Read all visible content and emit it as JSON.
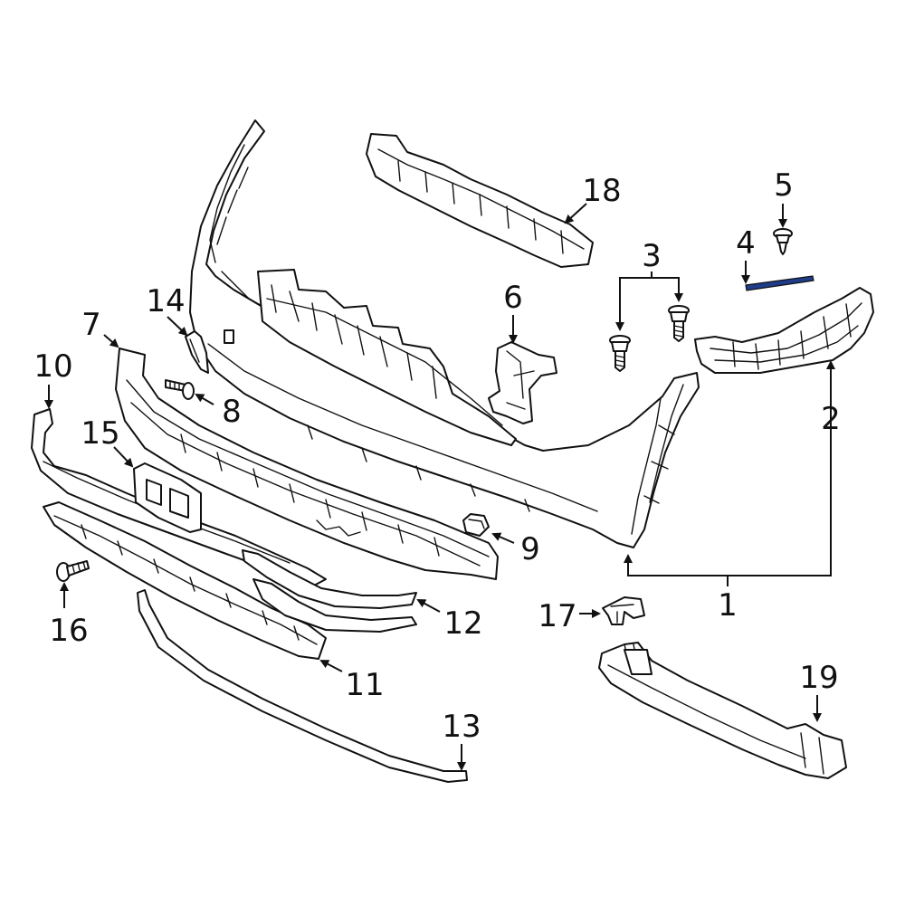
{
  "diagram": {
    "highlight_color": "#1f3c88",
    "line_color": "#111111",
    "background": "#ffffff",
    "highlighted_part": "4",
    "callouts": {
      "c1": "1",
      "c2": "2",
      "c3": "3",
      "c4": "4",
      "c5": "5",
      "c6": "6",
      "c7": "7",
      "c8": "8",
      "c9": "9",
      "c10": "10",
      "c11": "11",
      "c12": "12",
      "c13": "13",
      "c14": "14",
      "c15": "15",
      "c16": "16",
      "c17": "17",
      "c18": "18",
      "c19": "19"
    }
  }
}
